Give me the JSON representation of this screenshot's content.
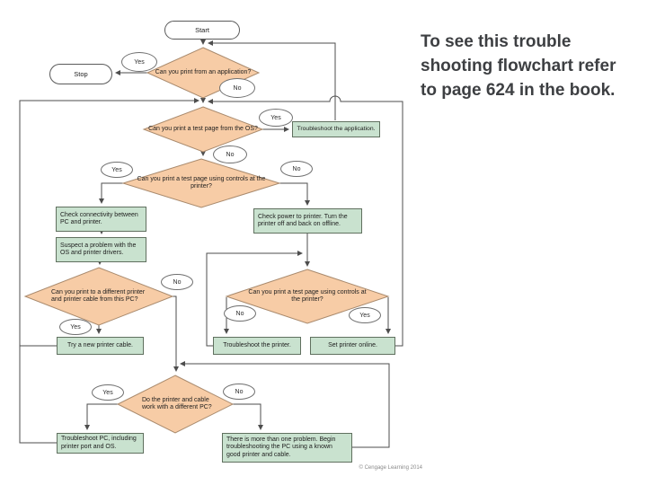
{
  "nodes": {
    "start": "Start",
    "stop": "Stop",
    "d1": "Can you print from an application?",
    "d2": "Can you print a test page from the OS?",
    "d3": "Can you print a test page using controls at the printer?",
    "d4": "Can you print to a different printer and printer cable from this PC?",
    "d5": "Can you print a test page using controls at the printer?",
    "d6": "Do the printer and cable work with a different PC?",
    "p1": "Troubleshoot the application.",
    "p2": "Check connectivity between PC and printer.",
    "p3": "Suspect a problem with the OS and printer drivers.",
    "p4": "Check power to printer. Turn the printer off and back on offline.",
    "p5": "Try a new printer cable.",
    "p6": "Troubleshoot the printer.",
    "p7": "Set printer online.",
    "p8": "Troubleshoot PC, including printer port and OS.",
    "p9": "There is more than one problem. Begin troubleshooting the PC using a known good printer and cable."
  },
  "labels": {
    "yes": "Yes",
    "no": "No"
  },
  "note": "To see this trouble shooting flowchart refer to page 624 in the book.",
  "credit": "© Cengage Learning 2014",
  "colors": {
    "diamond_fill": "#f7cca6",
    "diamond_stroke": "#a98a6d",
    "box_fill": "#c9e2cf",
    "box_stroke": "#60705f",
    "oval_stroke": "#6f6f6f",
    "line": "#4d4d4d",
    "text": "#1d1d1d",
    "note_text": "#3d3f42",
    "credit_text": "#8a8a8a"
  }
}
